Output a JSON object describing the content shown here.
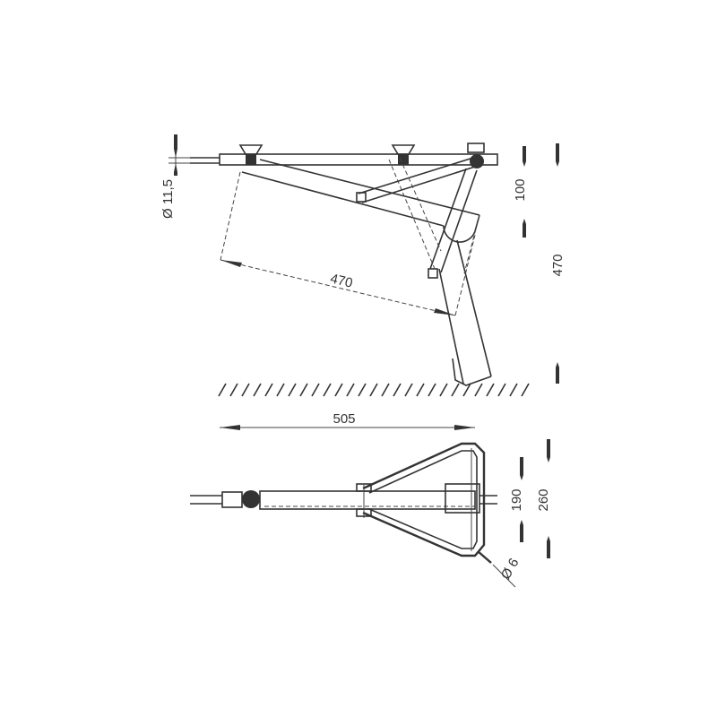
{
  "drawing": {
    "side_view": {
      "dim_rod_diameter": "Ø 11,5",
      "dim_height_100": "100",
      "dim_height_470": "470",
      "dim_arm_470": "470"
    },
    "length_dim": "505",
    "top_view": {
      "dim_width_190": "190",
      "dim_width_260": "260",
      "dim_wire_diameter": "Ø 6"
    },
    "line_color": "#333333"
  }
}
